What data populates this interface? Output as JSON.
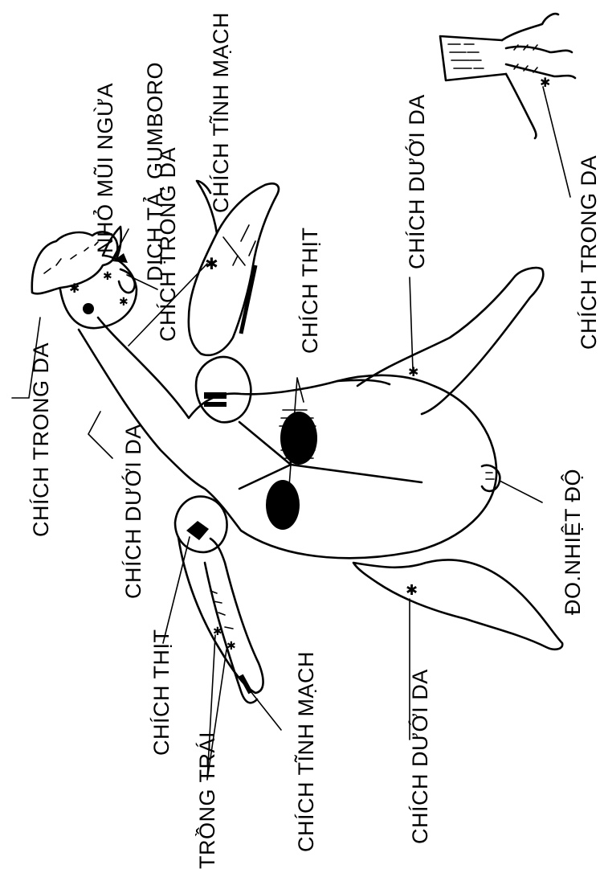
{
  "labels": {
    "nho_mui_ngua": "NHỎ MŨI NGỪA",
    "dich_ta_gumboro": "DỊCH TẢ, GUMBORO",
    "chich_tinh_mach_top": "CHÍCH TĨNH MẠCH",
    "chich_trong_da_left": "CHÍCH TRONG DA",
    "chich_trong_da_wing": "CHÍCH TRONG DA",
    "chich_duoi_da_neck": "CHÍCH DƯỚI DA",
    "chich_thit_breast": "CHÍCH THỊT",
    "chich_duoi_da_top_leg": "CHÍCH DƯỚI DA",
    "chich_trong_da_foot": "CHÍCH TRONG DA",
    "do_nhiet_do": "ĐO.NHIỆT ĐỘ",
    "chich_thit_wing": "CHÍCH THỊT",
    "trong_trai": "TRỒNG TRÁI",
    "chich_tinh_mach_bottom": "CHÍCH TĨNH MẠCH",
    "chich_duoi_da_bottom_leg": "CHÍCH DƯỚI DA"
  }
}
